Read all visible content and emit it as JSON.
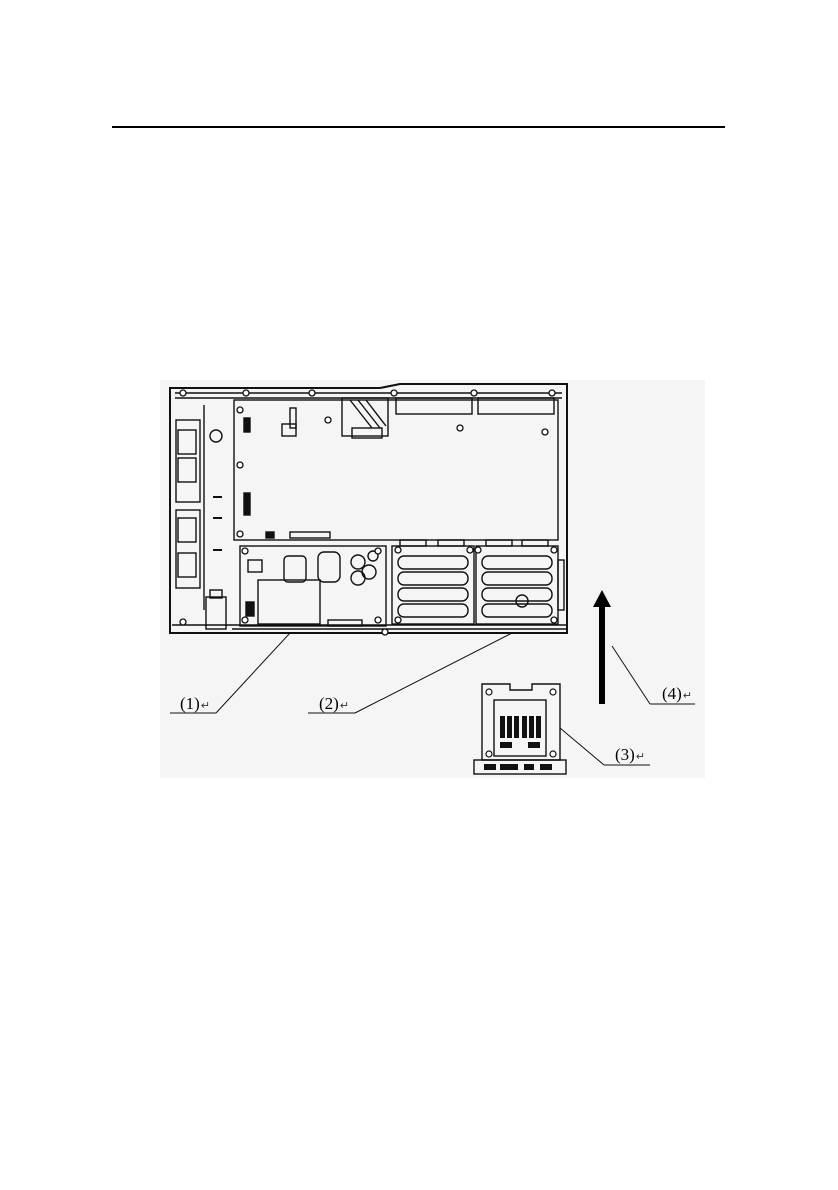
{
  "figure": {
    "callouts": [
      {
        "id": "1",
        "text": "(1)",
        "mark": "↵"
      },
      {
        "id": "2",
        "text": "(2)",
        "mark": "↵"
      },
      {
        "id": "3",
        "text": "(3)",
        "mark": "↵"
      },
      {
        "id": "4",
        "text": "(4)",
        "mark": "↵"
      }
    ]
  }
}
